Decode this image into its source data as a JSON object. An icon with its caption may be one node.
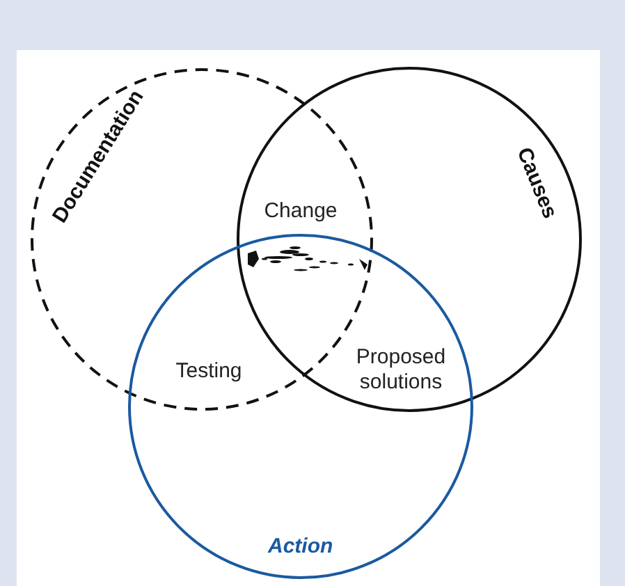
{
  "diagram": {
    "nodes": [
      {
        "text": [
          "Documentation"
        ]
      },
      {
        "text": [
          "Causes"
        ]
      },
      {
        "text": [
          "Action"
        ]
      }
    ],
    "labels": [
      "Change",
      "Testing",
      "Proposed solutions"
    ]
  }
}
